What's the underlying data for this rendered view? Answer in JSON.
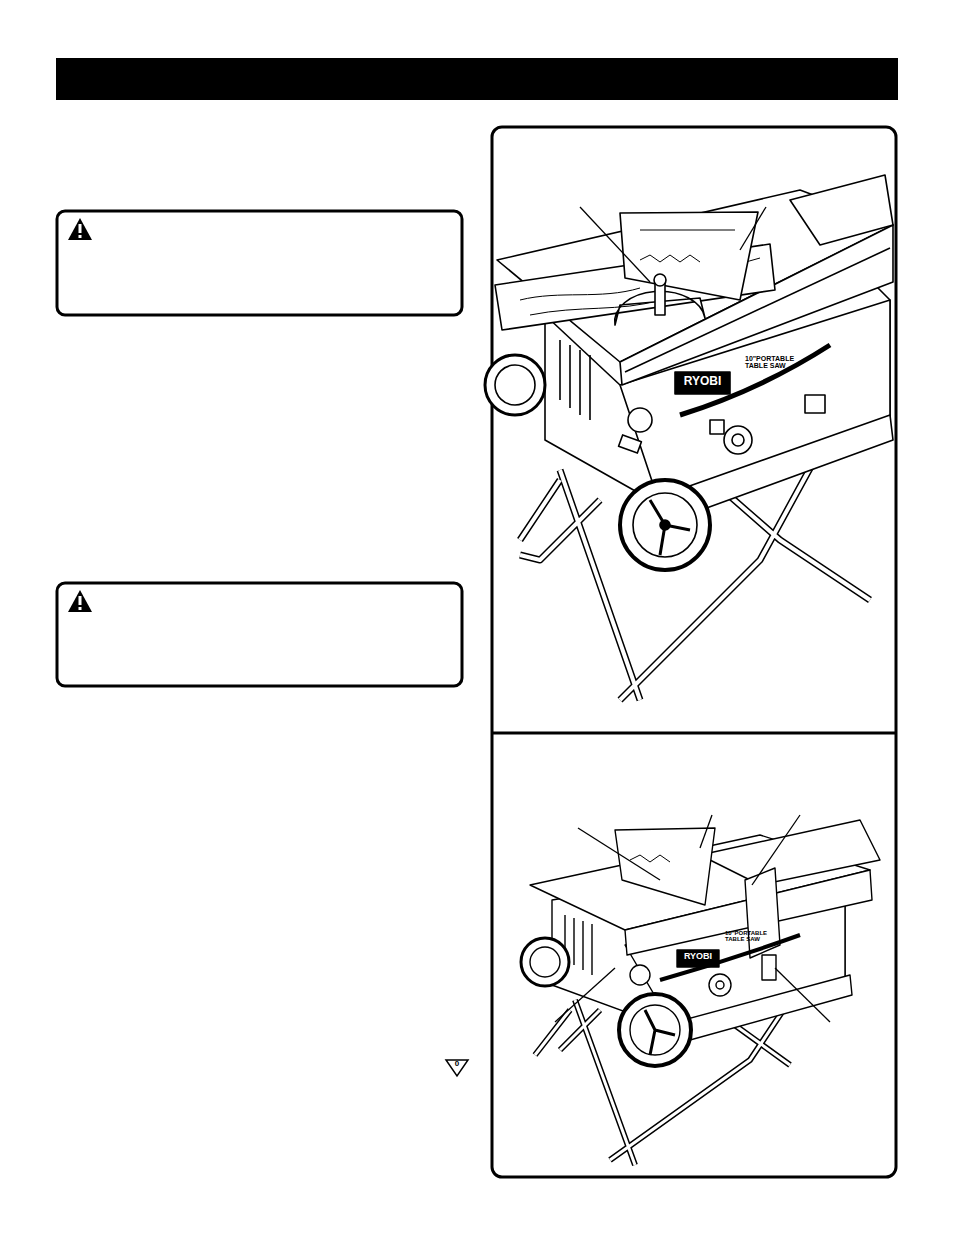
{
  "diagram": {
    "labels": [
      "RYOBI",
      "10\"PORTABLE TABLE SAW",
      "RYOBI",
      "10\"PORTABLE TABLE SAW",
      "0"
    ]
  }
}
